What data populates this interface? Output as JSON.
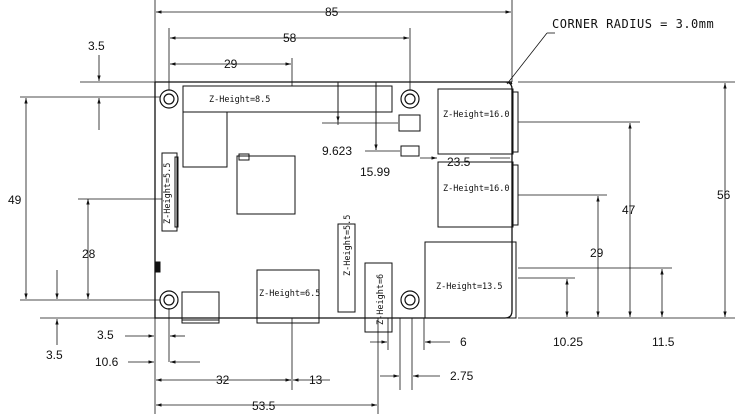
{
  "corner_note": "CORNER RADIUS = 3.0mm",
  "dims": {
    "overall_width": "85",
    "hole_span": "58",
    "hole_offset_x": "29",
    "hole_offset_top": "3.5",
    "height_holes": "49",
    "height_28": "28",
    "height_overall": "56",
    "height_47": "47",
    "height_29": "29",
    "height_11_5": "11.5",
    "height_10_25": "10.25",
    "dim_9_623": "9.623",
    "dim_15_99": "15.99",
    "dim_23_5": "23.5",
    "left_3_5": "3.5",
    "bottom_3_5": "3.5",
    "dim_10_6": "10.6",
    "dim_32": "32",
    "dim_13": "13",
    "dim_53_5": "53.5",
    "dim_6": "6",
    "dim_2_75": "2.75"
  },
  "z_heights": {
    "gpio": "Z-Height=8.5",
    "usb_top": "Z-Height=16.0",
    "usb_mid": "Z-Height=16.0",
    "ethernet": "Z-Height=13.5",
    "hdmi": "Z-Height=6.5",
    "csi": "Z-Height=5.5",
    "display": "Z-Height=5.5",
    "audio": "Z-Height=6"
  }
}
